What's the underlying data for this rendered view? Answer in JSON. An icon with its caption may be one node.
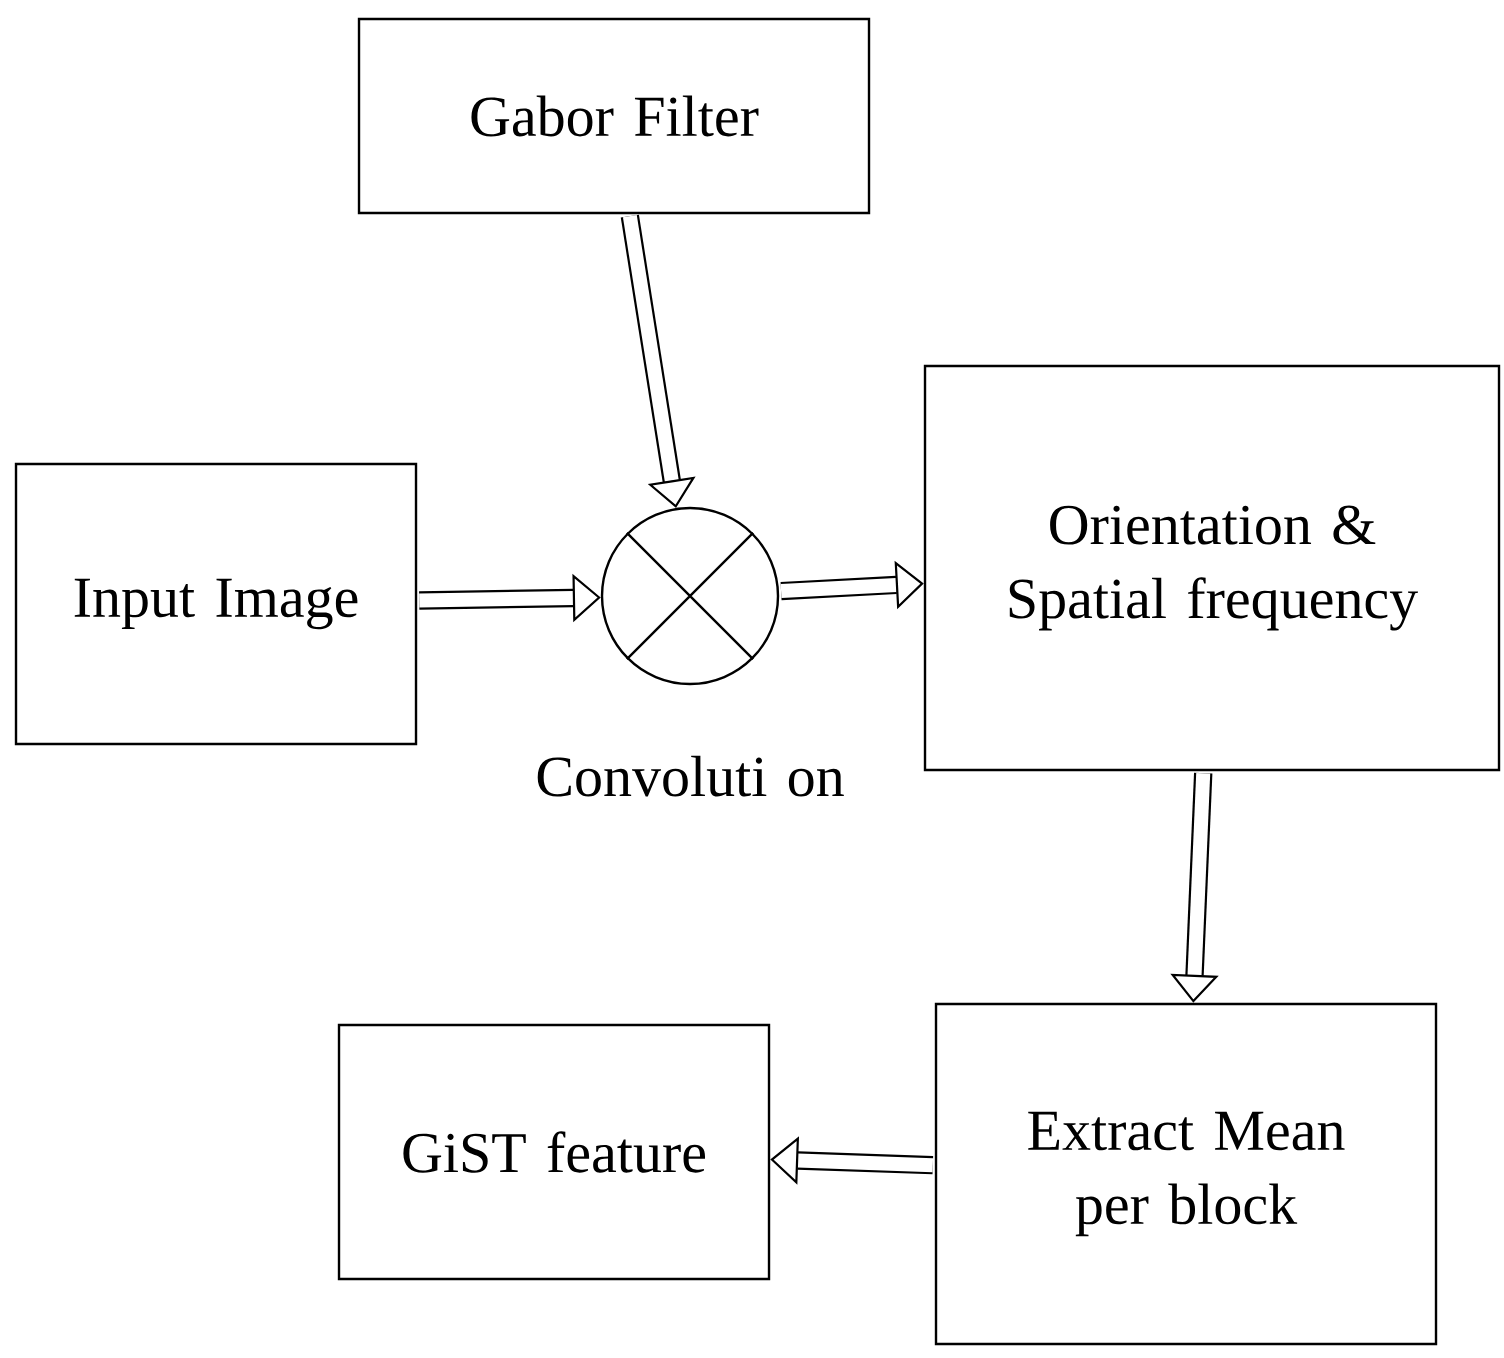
{
  "diagram": {
    "nodes": [
      {
        "text": [
          "Gabor Filter"
        ]
      },
      {
        "text": [
          "Input Image"
        ]
      },
      {
        "text": [],
        "shape": "circle",
        "beside": [
          "Convoluti on"
        ]
      },
      {
        "text": [
          "Orientation & Spatial frequency"
        ]
      },
      {
        "text": [
          "Extract Mean per block"
        ]
      },
      {
        "text": [
          "GiST feature"
        ]
      }
    ],
    "edges": [
      {
        "from": 0,
        "to": 2,
        "arrow": "to"
      },
      {
        "from": 1,
        "to": 2,
        "arrow": "to"
      },
      {
        "from": 2,
        "to": 3,
        "arrow": "to"
      },
      {
        "from": 3,
        "to": 4,
        "arrow": "to"
      },
      {
        "from": 4,
        "to": 5,
        "arrow": "to"
      }
    ]
  }
}
